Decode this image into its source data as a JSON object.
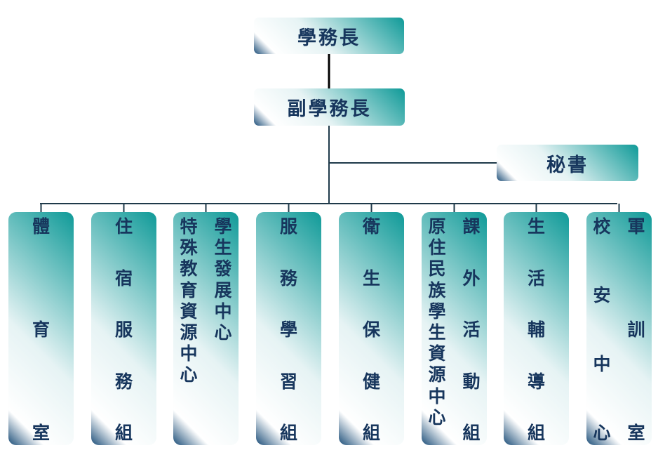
{
  "top": {
    "head": "學務長",
    "deputy": "副學務長",
    "secretary": "秘書"
  },
  "units": [
    {
      "name": "體育室",
      "columns": [
        "體育室"
      ]
    },
    {
      "name": "住宿服務組",
      "columns": [
        "住宿服務組"
      ]
    },
    {
      "name": "學生發展中心",
      "columns": [
        "學生發展中心",
        "特殊教育資源中心"
      ]
    },
    {
      "name": "服務學習組",
      "columns": [
        "服務學習組"
      ]
    },
    {
      "name": "衛生保健組",
      "columns": [
        "衛生保健組"
      ]
    },
    {
      "name": "課外活動組",
      "columns": [
        "課外活動組",
        "原住民族學生資源中心"
      ]
    },
    {
      "name": "生活輔導組",
      "columns": [
        "生活輔導組"
      ]
    },
    {
      "name": "軍訓室",
      "columns": [
        "軍訓室",
        "校安中心"
      ]
    }
  ],
  "colors": {
    "text": "#17365d",
    "gradient_dark": "#1b4d78",
    "gradient_light": "#e6f3f4",
    "gradient_teal": "#0f9a98",
    "connector": "#000000"
  }
}
